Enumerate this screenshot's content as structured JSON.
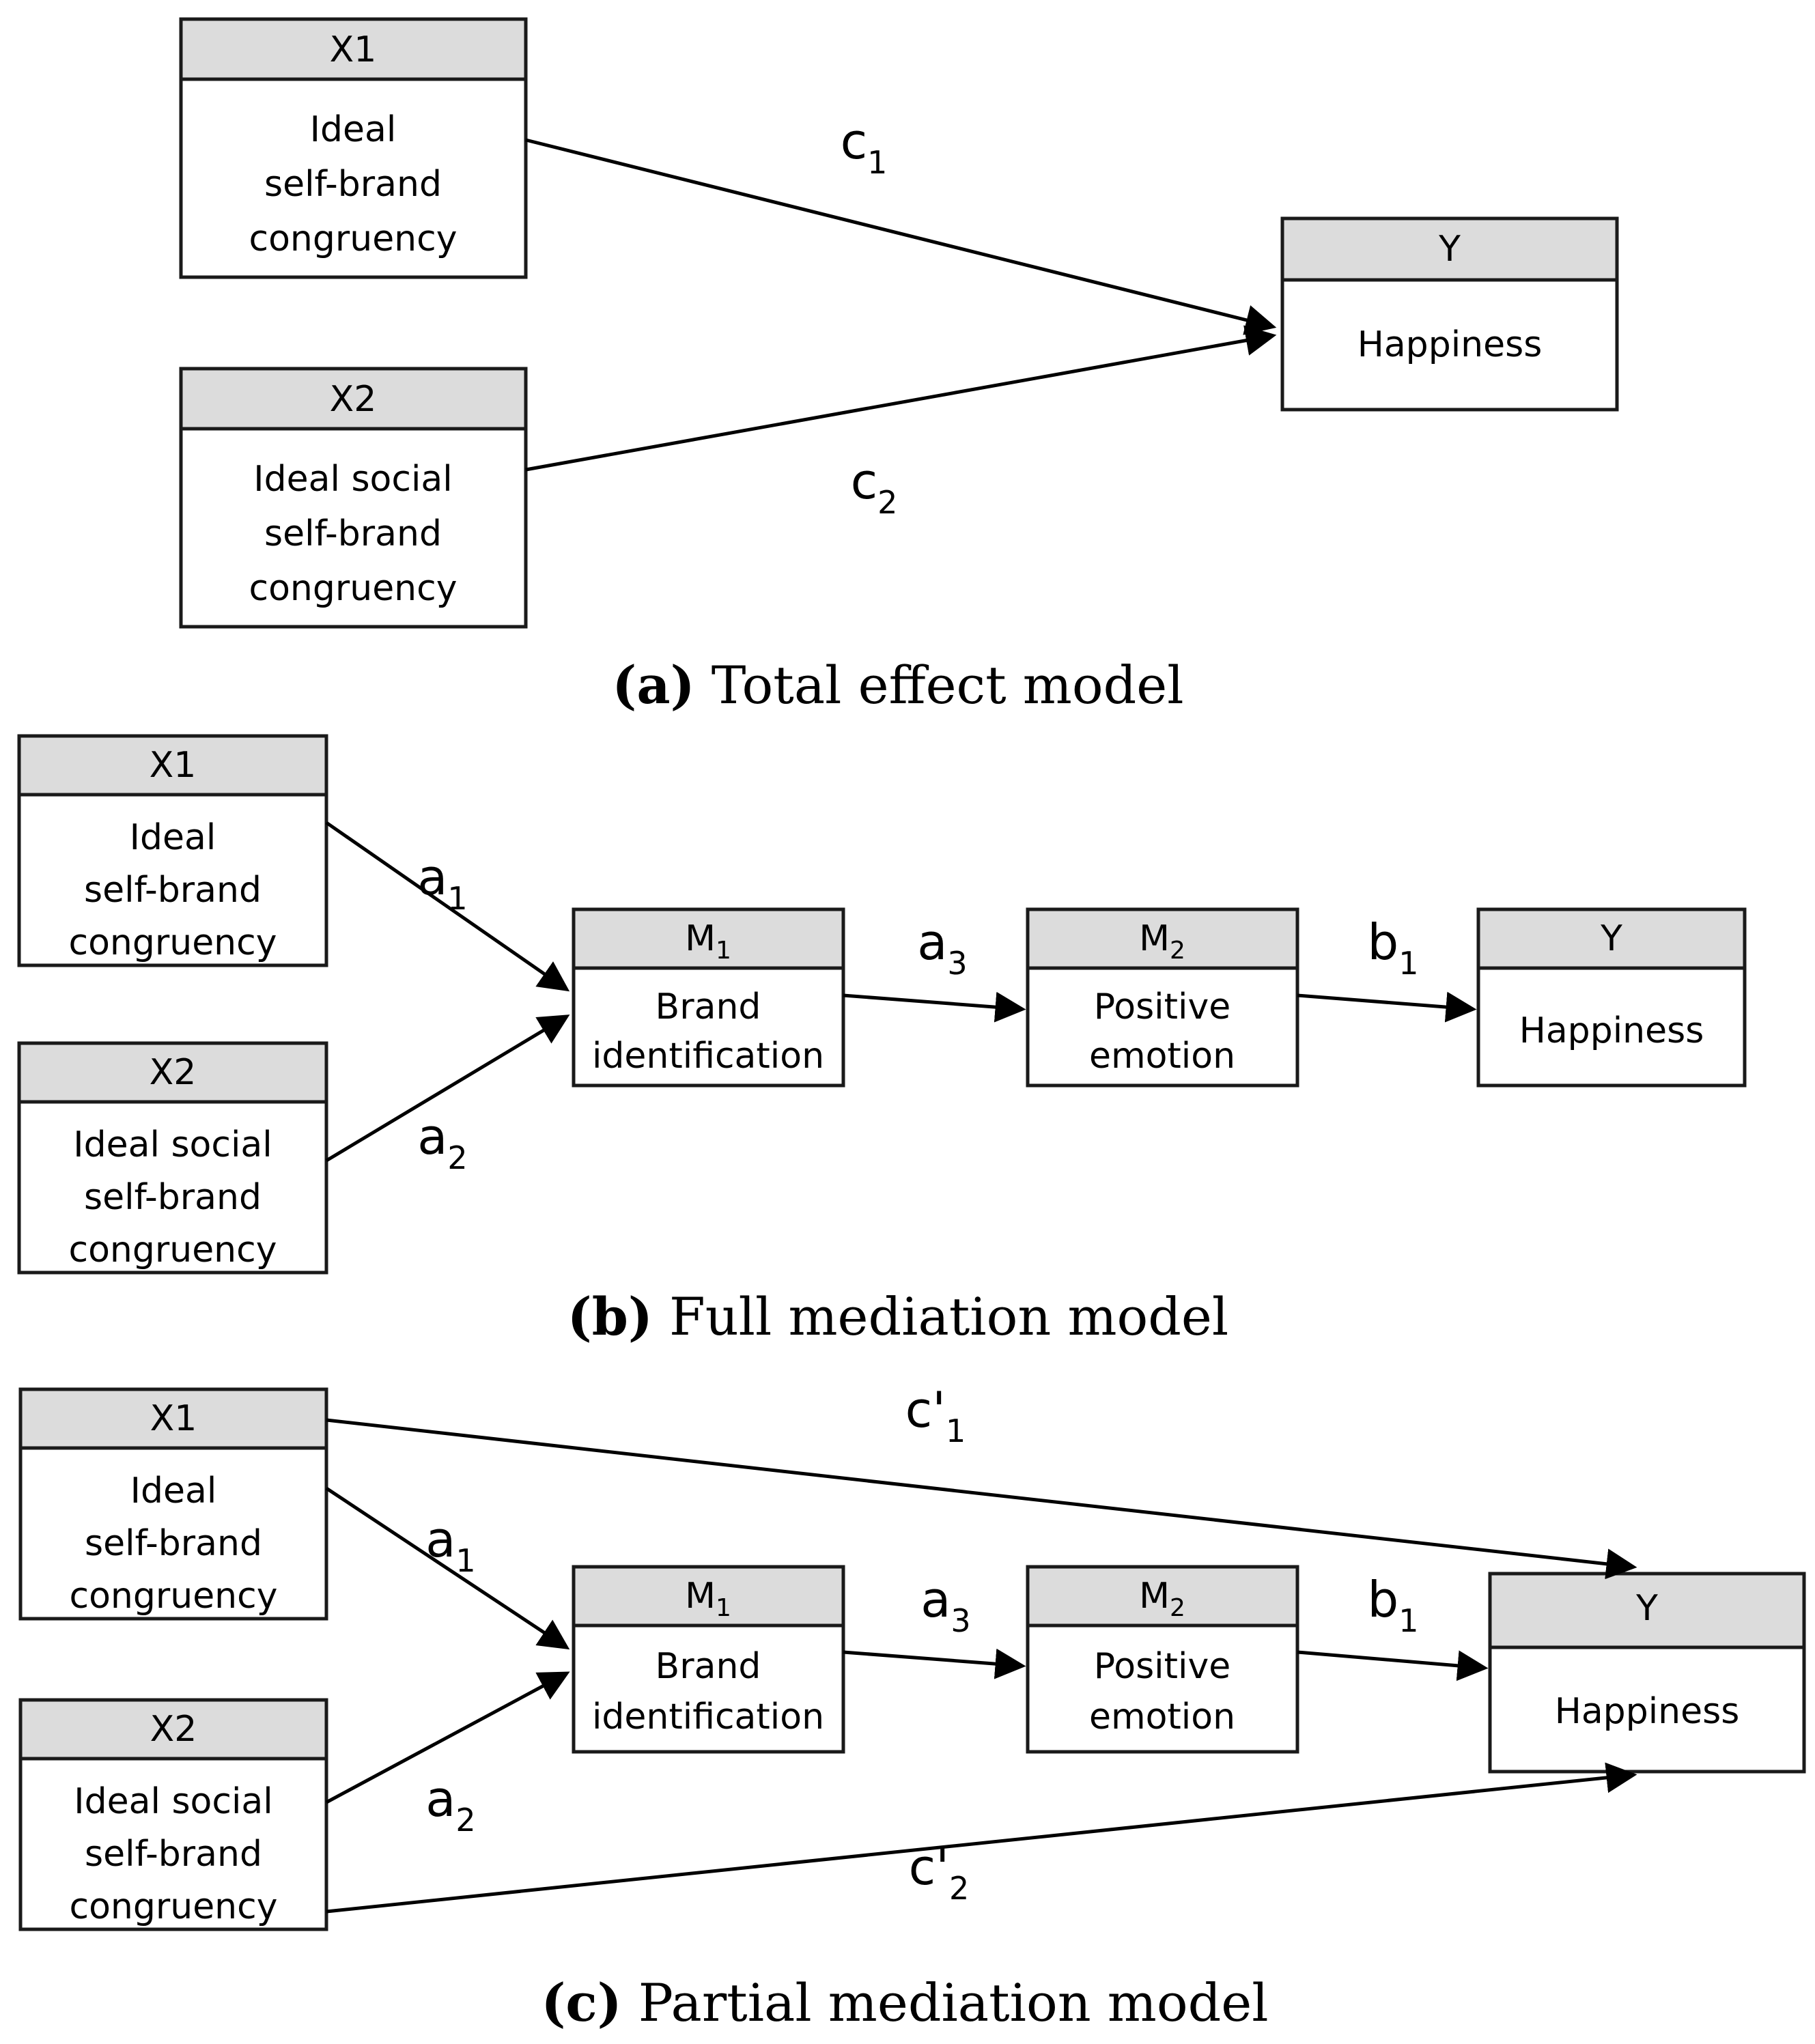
{
  "figure": {
    "panels": [
      {
        "id": "a",
        "caption_tag": "(a)",
        "caption_text": " Total effect model",
        "nodes": [
          {
            "key": "x1",
            "title": "X1",
            "lines": [
              "Ideal",
              "self-brand",
              "congruency"
            ]
          },
          {
            "key": "x2",
            "title": "X2",
            "lines": [
              "Ideal social",
              "self-brand",
              "congruency"
            ]
          },
          {
            "key": "y",
            "title": "Y",
            "lines": [
              "Happiness"
            ]
          }
        ],
        "edges": [
          {
            "key": "c1",
            "from": "x1",
            "to": "y",
            "label_base": "c",
            "label_sub": "1"
          },
          {
            "key": "c2",
            "from": "x2",
            "to": "y",
            "label_base": "c",
            "label_sub": "2"
          }
        ]
      },
      {
        "id": "b",
        "caption_tag": "(b)",
        "caption_text": " Full mediation model",
        "nodes": [
          {
            "key": "x1",
            "title": "X1",
            "lines": [
              "Ideal",
              "self-brand",
              "congruency"
            ]
          },
          {
            "key": "x2",
            "title": "X2",
            "lines": [
              "Ideal social",
              "self-brand",
              "congruency"
            ]
          },
          {
            "key": "m1",
            "title": "M",
            "title_sub": "1",
            "lines": [
              "Brand",
              "identification"
            ]
          },
          {
            "key": "m2",
            "title": "M",
            "title_sub": "2",
            "lines": [
              "Positive",
              "emotion"
            ]
          },
          {
            "key": "y",
            "title": "Y",
            "lines": [
              "Happiness"
            ]
          }
        ],
        "edges": [
          {
            "key": "a1",
            "from": "x1",
            "to": "m1",
            "label_base": "a",
            "label_sub": "1"
          },
          {
            "key": "a2",
            "from": "x2",
            "to": "m1",
            "label_base": "a",
            "label_sub": "2"
          },
          {
            "key": "a3",
            "from": "m1",
            "to": "m2",
            "label_base": "a",
            "label_sub": "3"
          },
          {
            "key": "b1",
            "from": "m2",
            "to": "y",
            "label_base": "b",
            "label_sub": "1"
          }
        ]
      },
      {
        "id": "c",
        "caption_tag": "(c)",
        "caption_text": " Partial mediation model",
        "nodes": [
          {
            "key": "x1",
            "title": "X1",
            "lines": [
              "Ideal",
              "self-brand",
              "congruency"
            ]
          },
          {
            "key": "x2",
            "title": "X2",
            "lines": [
              "Ideal social",
              "self-brand",
              "congruency"
            ]
          },
          {
            "key": "m1",
            "title": "M",
            "title_sub": "1",
            "lines": [
              "Brand",
              "identification"
            ]
          },
          {
            "key": "m2",
            "title": "M",
            "title_sub": "2",
            "lines": [
              "Positive",
              "emotion"
            ]
          },
          {
            "key": "y",
            "title": "Y",
            "lines": [
              "Happiness"
            ]
          }
        ],
        "edges": [
          {
            "key": "cp1",
            "from": "x1",
            "to": "y",
            "label_base": "c'",
            "label_sub": "1"
          },
          {
            "key": "a1",
            "from": "x1",
            "to": "m1",
            "label_base": "a",
            "label_sub": "1"
          },
          {
            "key": "a2",
            "from": "x2",
            "to": "m1",
            "label_base": "a",
            "label_sub": "2"
          },
          {
            "key": "a3",
            "from": "m1",
            "to": "m2",
            "label_base": "a",
            "label_sub": "3"
          },
          {
            "key": "b1",
            "from": "m2",
            "to": "y",
            "label_base": "b",
            "label_sub": "1"
          },
          {
            "key": "cp2",
            "from": "x2",
            "to": "y",
            "label_base": "c'",
            "label_sub": "2"
          }
        ]
      }
    ],
    "colors": {
      "header_fill": "#dcdcdc",
      "body_fill": "#ffffff",
      "stroke": "#1a1a1a",
      "text": "#000000",
      "background": "#ffffff"
    }
  }
}
